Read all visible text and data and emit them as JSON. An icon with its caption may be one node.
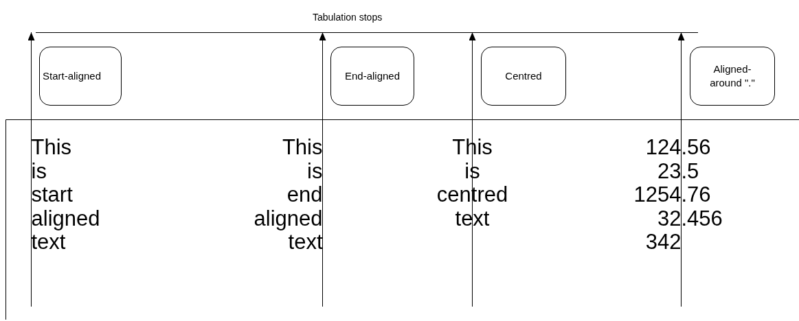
{
  "diagram": {
    "title": "Tabulation stops",
    "nodes": [
      {
        "text": [
          "Start-aligned"
        ]
      },
      {
        "text": [
          "End-aligned"
        ]
      },
      {
        "text": [
          "Centred"
        ]
      },
      {
        "text": [
          "Aligned- around \".\""
        ]
      }
    ],
    "edges": [],
    "labels": [
      "This",
      "This",
      "This",
      "124.56",
      "is",
      "is",
      "is",
      "23.5",
      "start",
      "end",
      "centred",
      "1254.76",
      "aligned",
      "aligned",
      "text",
      "32.456",
      "text",
      "text",
      "342"
    ]
  }
}
